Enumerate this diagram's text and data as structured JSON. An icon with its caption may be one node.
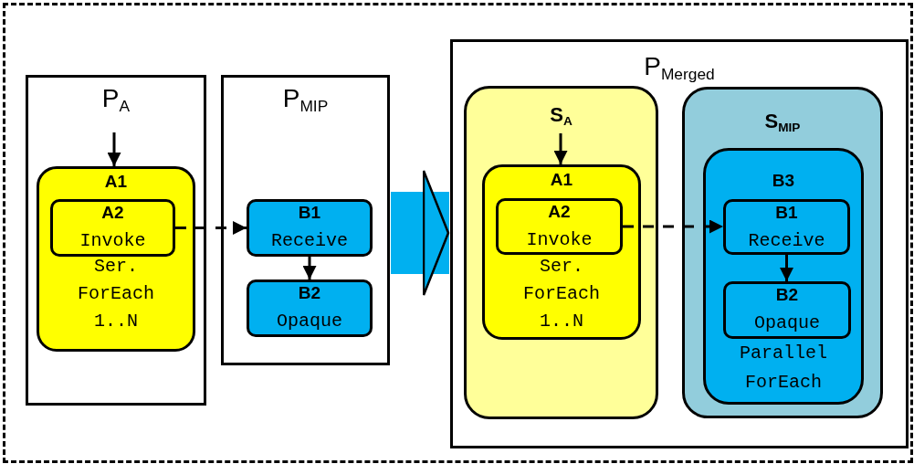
{
  "diagram": {
    "nodes": [
      {
        "text": [
          "P$_{A}$"
        ]
      },
      {
        "text": [
          "A1",
          "Ser. ForEach 1..N"
        ],
        "in": 0
      },
      {
        "text": [
          "A2",
          "Invoke"
        ],
        "in": 1
      },
      {
        "text": [
          "P$_{MIP}$"
        ]
      },
      {
        "text": [
          "B1",
          "Receive"
        ],
        "in": 3
      },
      {
        "text": [
          "B2",
          "Opaque"
        ],
        "in": 3
      },
      {
        "text": [
          "P$_{Merged}$"
        ]
      },
      {
        "text": [
          "S$_{A}$"
        ],
        "in": 6
      },
      {
        "text": [
          "A1",
          "Ser. ForEach 1..N"
        ],
        "in": 7
      },
      {
        "text": [
          "A2",
          "Invoke"
        ],
        "in": 8
      },
      {
        "text": [
          "S$_{MIP}$"
        ],
        "in": 6
      },
      {
        "text": [
          "B3",
          "Parallel ForEach"
        ],
        "in": 10
      },
      {
        "text": [
          "B1",
          "Receive"
        ],
        "in": 11
      },
      {
        "text": [
          "B2",
          "Opaque"
        ],
        "in": 11
      }
    ],
    "edges": [
      {
        "from": null,
        "to": 1,
        "arrow": "to"
      },
      {
        "from": 2,
        "to": 4,
        "arrow": "to",
        "style": "dashed"
      },
      {
        "from": 4,
        "to": 5,
        "arrow": "to"
      },
      {
        "from": 3,
        "to": 6,
        "arrow": "to",
        "style": "thick",
        "color": "#00b0f0"
      },
      {
        "from": null,
        "to": 8,
        "arrow": "to"
      },
      {
        "from": 9,
        "to": 12,
        "arrow": "to",
        "style": "dashed"
      },
      {
        "from": 12,
        "to": 13,
        "arrow": "to"
      }
    ]
  }
}
